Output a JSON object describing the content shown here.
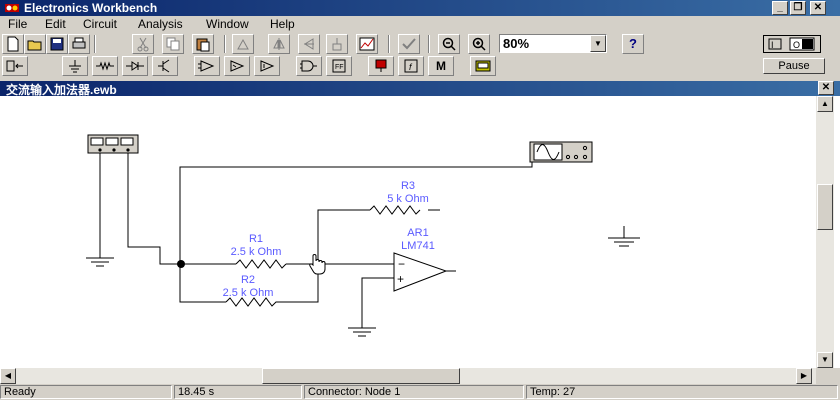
{
  "app": {
    "title": "Electronics Workbench"
  },
  "menu": {
    "file": "File",
    "edit": "Edit",
    "circuit": "Circuit",
    "analysis": "Analysis",
    "window": "Window",
    "help": "Help"
  },
  "toolbar": {
    "zoom": "80%",
    "help_label": "?",
    "pause_label": "Pause",
    "misc_label": "M"
  },
  "document": {
    "title": "交流输入加法器.ewb"
  },
  "circuit": {
    "r1": {
      "name": "R1",
      "value": "2.5 k Ohm"
    },
    "r2": {
      "name": "R2",
      "value": "2.5 k Ohm"
    },
    "r3": {
      "name": "R3",
      "value": "5 k Ohm"
    },
    "opamp": {
      "name": "AR1",
      "model": "LM741",
      "minus": "−",
      "plus": "+"
    }
  },
  "status": {
    "state": "Ready",
    "time": "18.45 s",
    "connector": "Connector: Node 1",
    "temp": "Temp:  27"
  },
  "colors": {
    "title_bar": "#0a246a",
    "component_label": "#5a5aff",
    "wire": "#000000"
  }
}
